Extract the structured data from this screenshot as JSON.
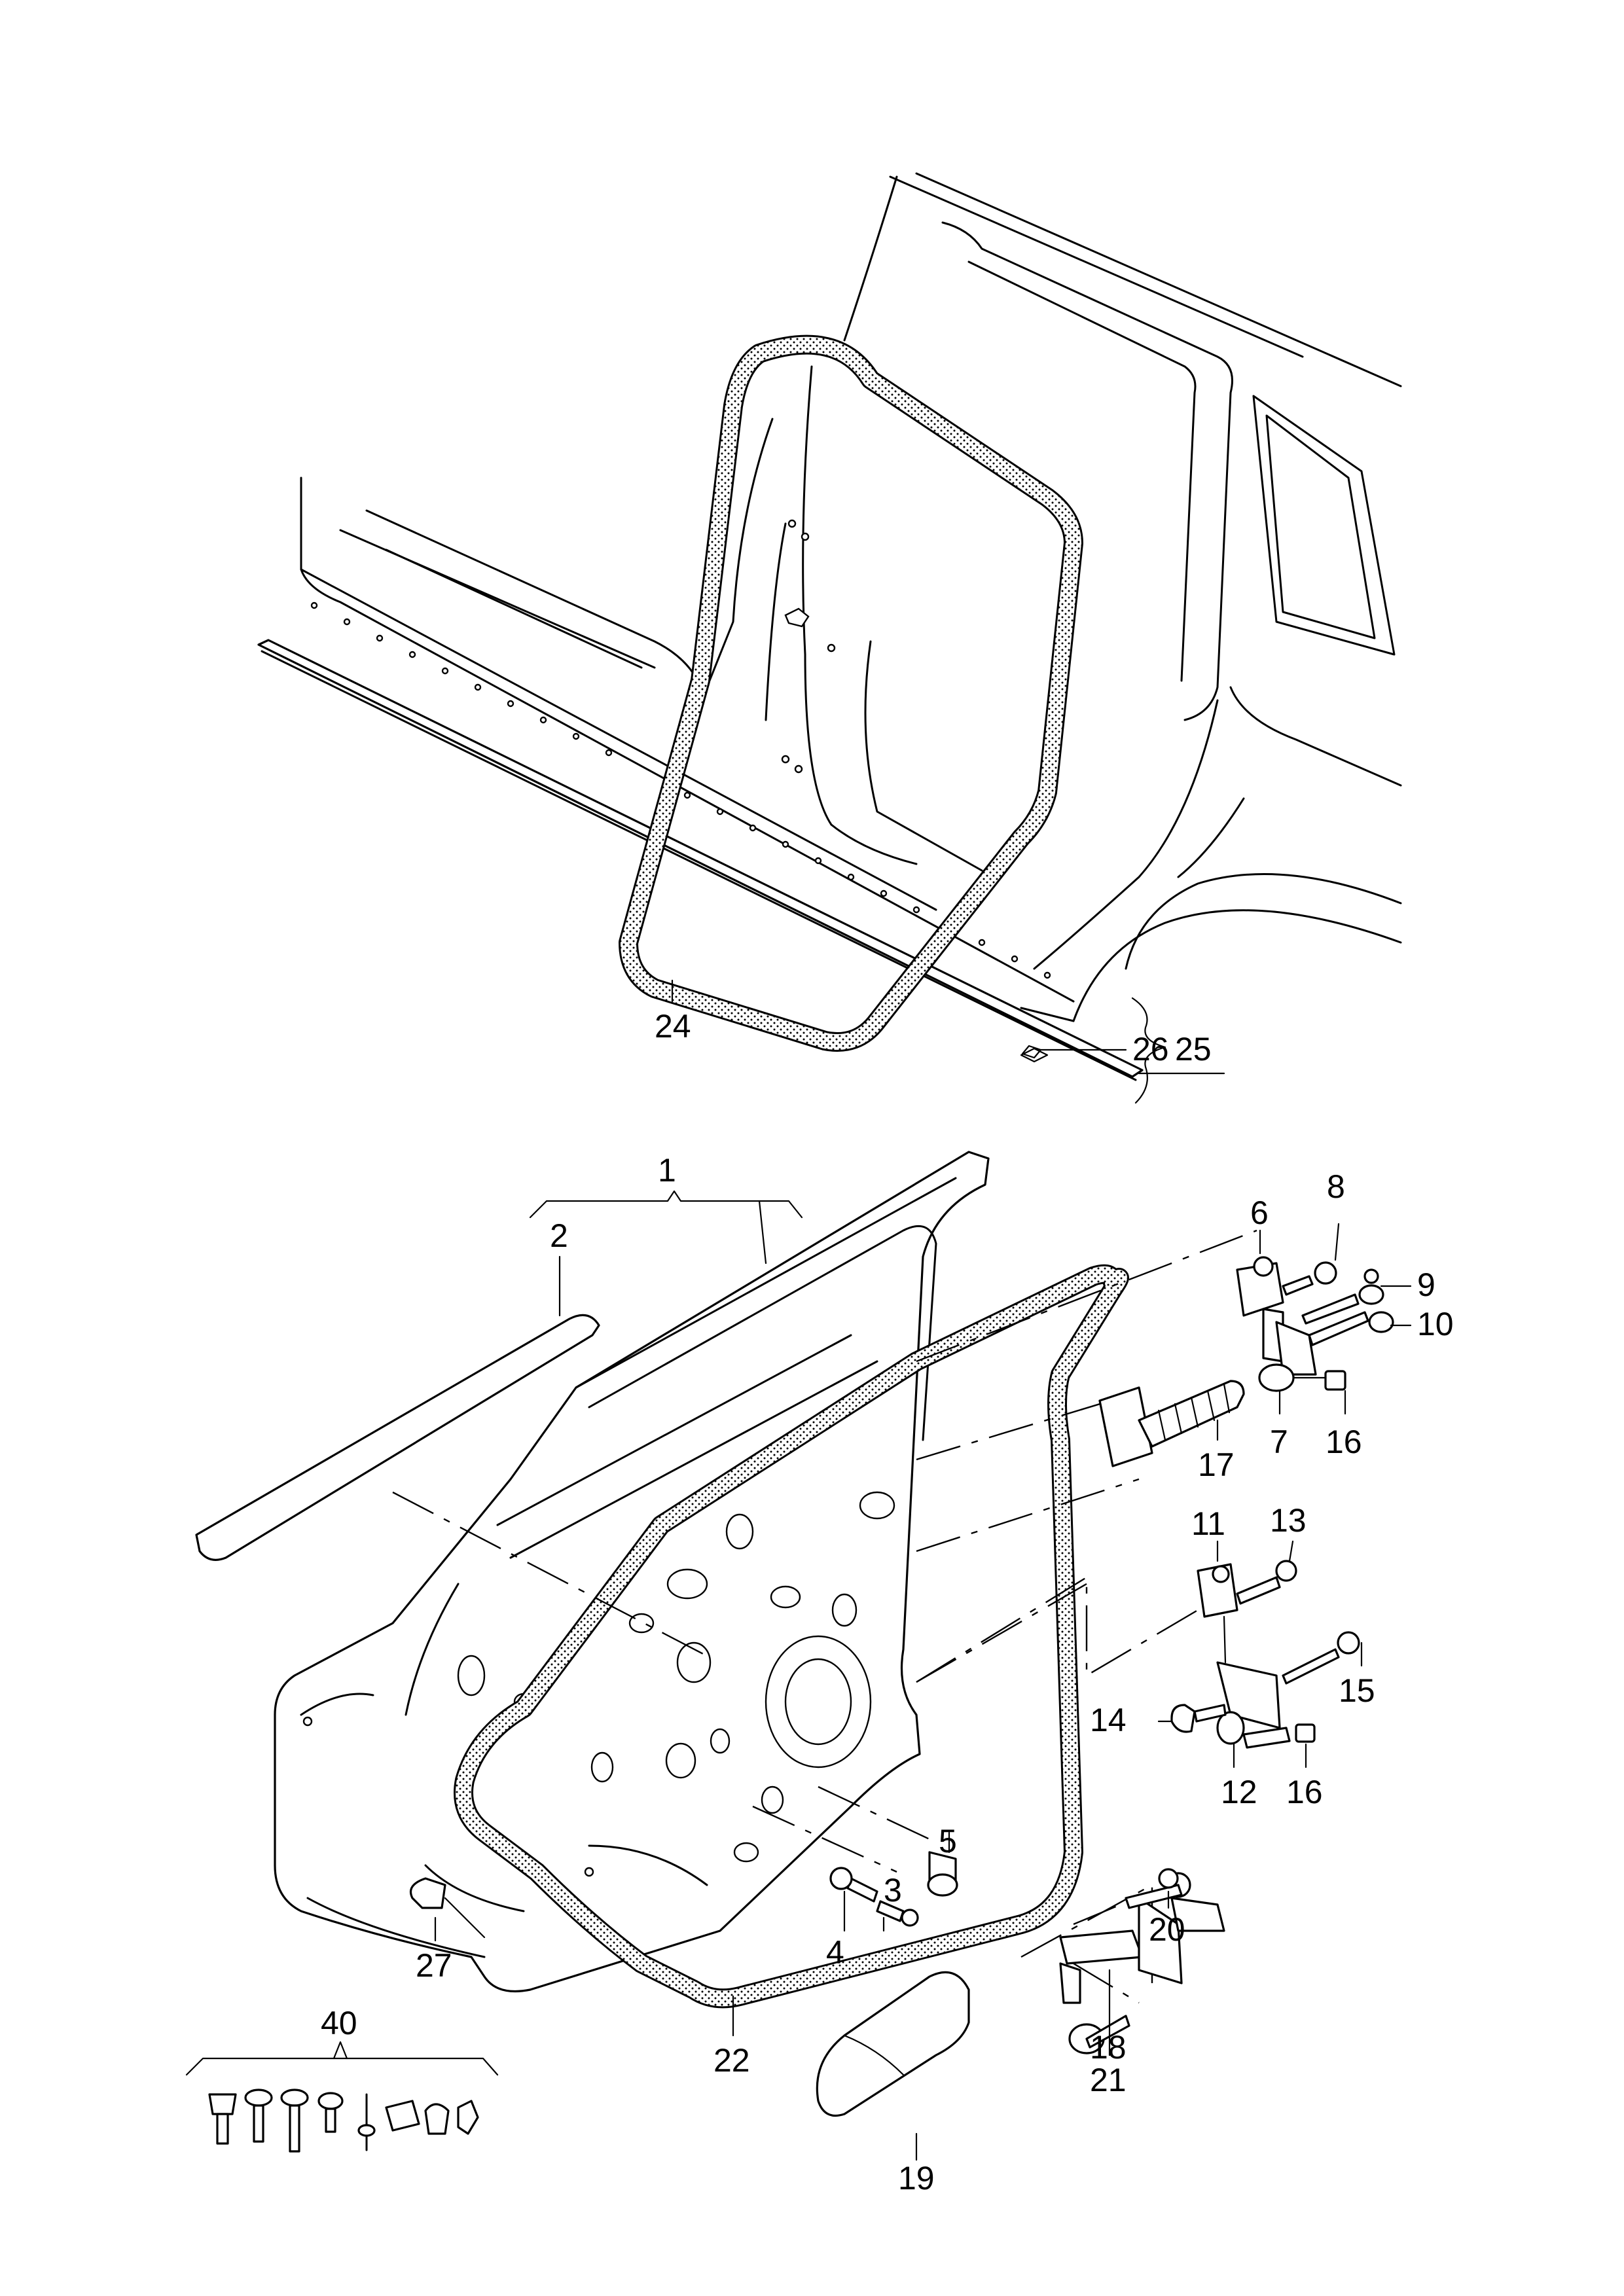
{
  "diagram": {
    "labels": [
      {
        "id": "1",
        "text": "1"
      },
      {
        "id": "2",
        "text": "2"
      },
      {
        "id": "3",
        "text": "3"
      },
      {
        "id": "4",
        "text": "4"
      },
      {
        "id": "5",
        "text": "5"
      },
      {
        "id": "6",
        "text": "6"
      },
      {
        "id": "7",
        "text": "7"
      },
      {
        "id": "8",
        "text": "8"
      },
      {
        "id": "9",
        "text": "9"
      },
      {
        "id": "10",
        "text": "10"
      },
      {
        "id": "11",
        "text": "11"
      },
      {
        "id": "12",
        "text": "12"
      },
      {
        "id": "13",
        "text": "13"
      },
      {
        "id": "14",
        "text": "14"
      },
      {
        "id": "15",
        "text": "15"
      },
      {
        "id": "16a",
        "text": "16"
      },
      {
        "id": "16b",
        "text": "16"
      },
      {
        "id": "17",
        "text": "17"
      },
      {
        "id": "18",
        "text": "18"
      },
      {
        "id": "19",
        "text": "19"
      },
      {
        "id": "20",
        "text": "20"
      },
      {
        "id": "21",
        "text": "21"
      },
      {
        "id": "22",
        "text": "22"
      },
      {
        "id": "24",
        "text": "24"
      },
      {
        "id": "25",
        "text": "25"
      },
      {
        "id": "26",
        "text": "26"
      },
      {
        "id": "27",
        "text": "27"
      },
      {
        "id": "40",
        "text": "40"
      }
    ]
  }
}
